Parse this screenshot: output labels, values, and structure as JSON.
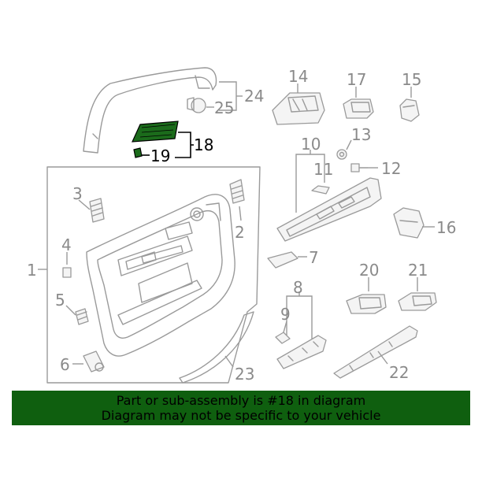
{
  "callouts": {
    "c1": "1",
    "c2": "2",
    "c3": "3",
    "c4": "4",
    "c5": "5",
    "c6": "6",
    "c7": "7",
    "c8": "8",
    "c9": "9",
    "c10": "10",
    "c11": "11",
    "c12": "12",
    "c13": "13",
    "c14": "14",
    "c15": "15",
    "c16": "16",
    "c17": "17",
    "c18": "18",
    "c19": "19",
    "c20": "20",
    "c21": "21",
    "c22": "22",
    "c23": "23",
    "c24": "24",
    "c25": "25"
  },
  "banner": {
    "line1": "Part or sub-assembly is #18 in diagram",
    "line2": "Diagram may not be specific to your vehicle"
  },
  "colors": {
    "highlight": "#1b6b1b",
    "banner_bg": "#0f5f0f",
    "line_gray": "#9a9a9a"
  }
}
